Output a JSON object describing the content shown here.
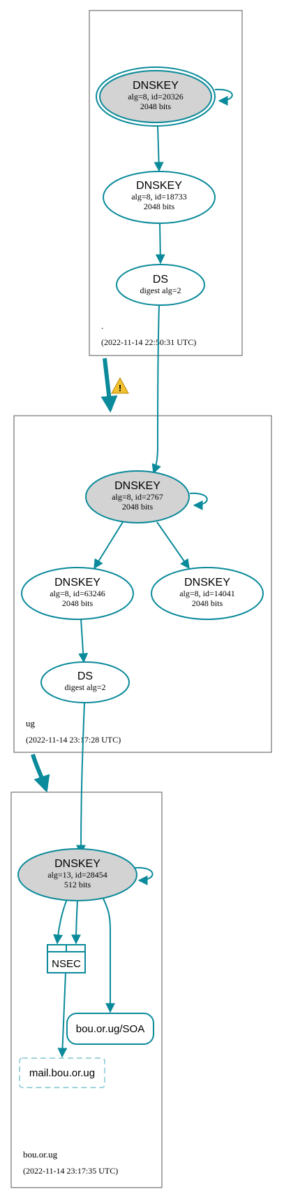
{
  "colors": {
    "edge": "#0a8a9a",
    "node_fill_sep": "#d3d3d3",
    "box_stroke": "#555555",
    "dashed": "#9fd3dd",
    "warning": "#f2c12e"
  },
  "zones": {
    "root": {
      "name": ".",
      "timestamp": "(2022-11-14 22:50:31 UTC)"
    },
    "ug": {
      "name": "ug",
      "timestamp": "(2022-11-14 23:17:28 UTC)"
    },
    "bou": {
      "name": "bou.or.ug",
      "timestamp": "(2022-11-14 23:17:35 UTC)"
    }
  },
  "nodes": {
    "root_ksk": {
      "title": "DNSKEY",
      "line1": "alg=8, id=20326",
      "line2": "2048 bits"
    },
    "root_zsk": {
      "title": "DNSKEY",
      "line1": "alg=8, id=18733",
      "line2": "2048 bits"
    },
    "root_ds": {
      "title": "DS",
      "line1": "digest alg=2"
    },
    "ug_ksk": {
      "title": "DNSKEY",
      "line1": "alg=8, id=2767",
      "line2": "2048 bits"
    },
    "ug_zsk1": {
      "title": "DNSKEY",
      "line1": "alg=8, id=63246",
      "line2": "2048 bits"
    },
    "ug_zsk2": {
      "title": "DNSKEY",
      "line1": "alg=8, id=14041",
      "line2": "2048 bits"
    },
    "ug_ds": {
      "title": "DS",
      "line1": "digest alg=2"
    },
    "bou_key": {
      "title": "DNSKEY",
      "line1": "alg=13, id=28454",
      "line2": "512 bits"
    },
    "bou_nsec": {
      "title": "NSEC"
    },
    "bou_soa": {
      "title": "bou.or.ug/SOA"
    },
    "bou_mail": {
      "title": "mail.bou.or.ug"
    }
  },
  "warning": {
    "symbol": "!",
    "icon": "warning-triangle-icon"
  }
}
